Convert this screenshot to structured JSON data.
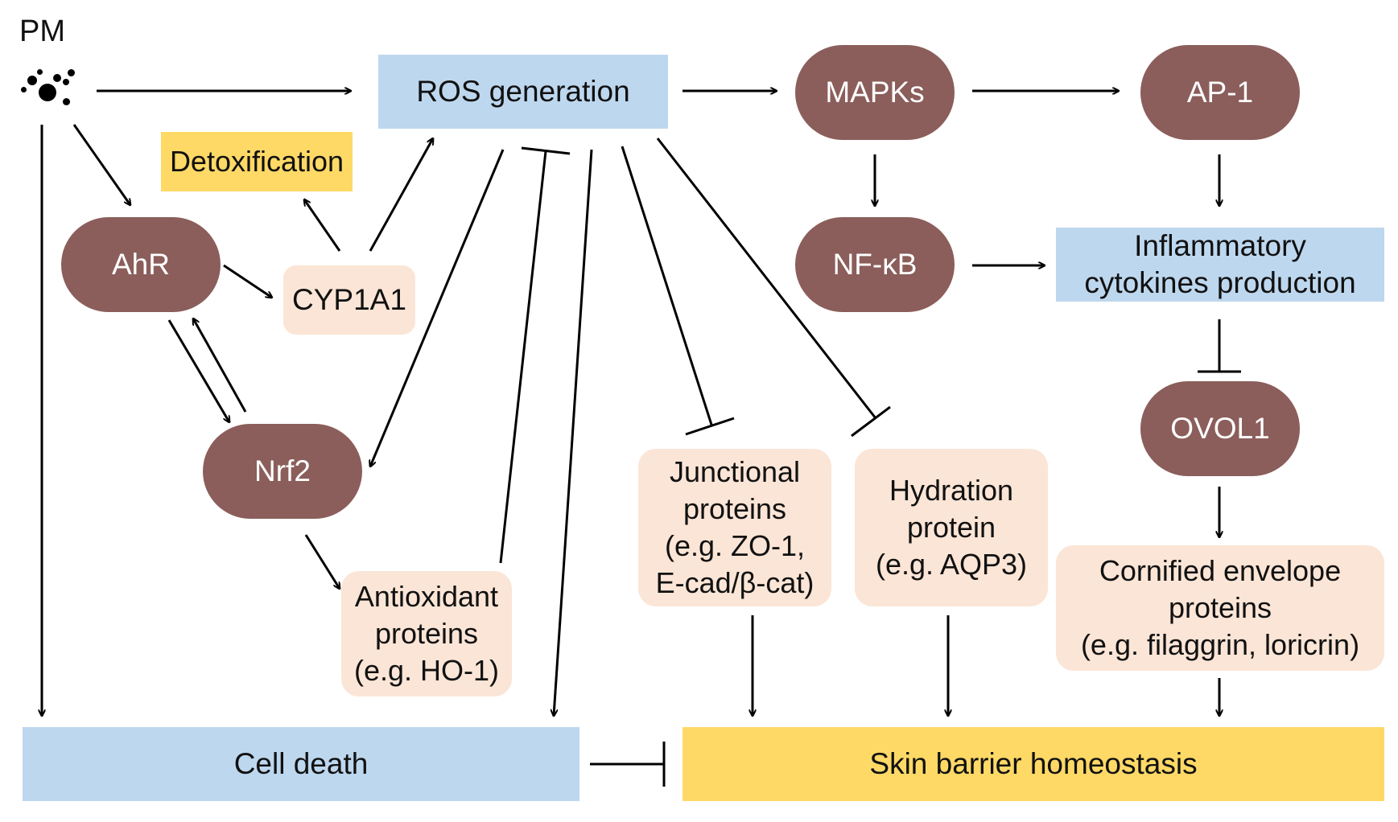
{
  "pm_label": "PM",
  "nodes": {
    "ros": "ROS generation",
    "mapks": "MAPKs",
    "ap1": "AP-1",
    "detox": "Detoxification",
    "ahr": "AhR",
    "cyp1a1": "CYP1A1",
    "nfkb": "NF-κB",
    "inflammatory": "Inflammatory\ncytokines production",
    "nrf2": "Nrf2",
    "ovol1": "OVOL1",
    "junctional": "Junctional\nproteins\n(e.g. ZO-1,\nE-cad/β-cat)",
    "hydration": "Hydration\nprotein\n(e.g. AQP3)",
    "antioxidant": "Antioxidant\nproteins\n(e.g. HO-1)",
    "cornified": "Cornified envelope\nproteins\n(e.g. filaggrin, loricrin)",
    "cell_death": "Cell death",
    "skin_barrier": "Skin barrier homeostasis"
  },
  "colors": {
    "pill": "#8b5e5b",
    "blue_box": "#bdd7ee",
    "gold_box": "#ffd966",
    "peach_box": "#fbe5d6"
  }
}
